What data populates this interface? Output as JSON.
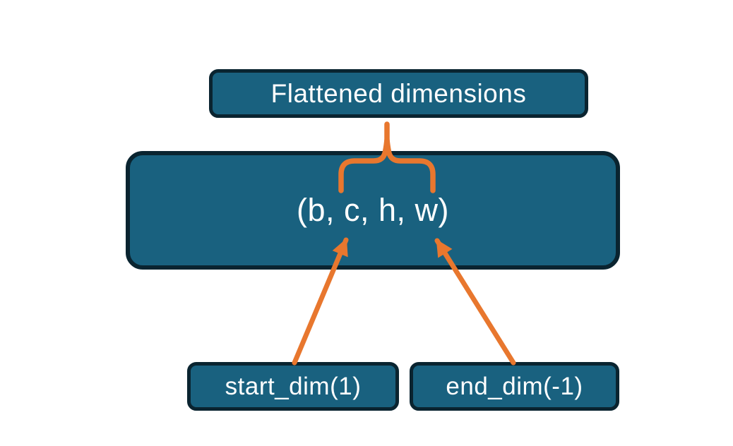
{
  "diagram": {
    "background_color": "#ffffff",
    "node_fill_color": "#19617F",
    "node_border_color": "#0A2430",
    "connector_color": "#E8772E",
    "text_color": "#ffffff",
    "nodes": {
      "flattened": {
        "label": "Flattened dimensions"
      },
      "tensor": {
        "label": "(b, c, h, w)"
      },
      "start_dim": {
        "label": "start_dim(1)"
      },
      "end_dim": {
        "label": "end_dim(-1)"
      }
    },
    "connectors": [
      {
        "type": "brace",
        "name": "flatten-brace",
        "from": "flattened",
        "to": "tensor span c..w"
      },
      {
        "type": "arrow",
        "name": "start-dim-arrow",
        "from": "start_dim",
        "to": "tensor dim c"
      },
      {
        "type": "arrow",
        "name": "end-dim-arrow",
        "from": "end_dim",
        "to": "tensor dim w"
      }
    ]
  }
}
